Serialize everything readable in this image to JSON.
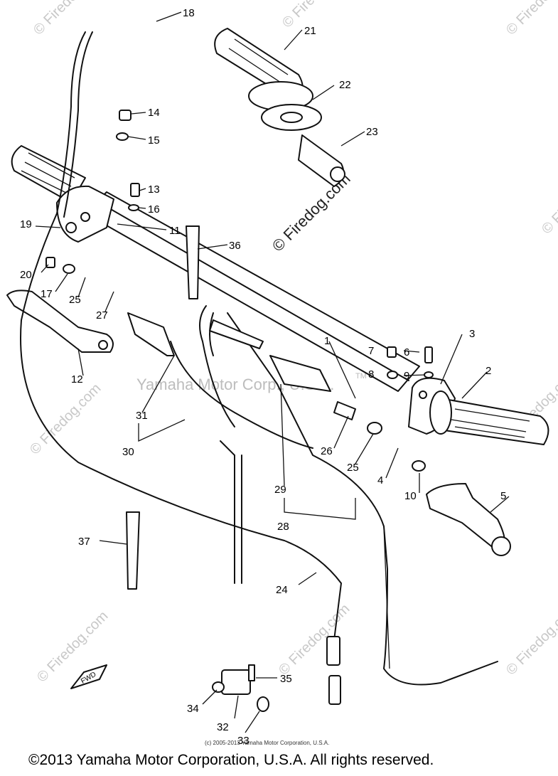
{
  "watermarks": {
    "site": "© Firedog.com",
    "center": "© Firedog.com",
    "maker": "Yamaha Motor Corp., U.S.A."
  },
  "fwd_label": "FWD",
  "trademark": "TM",
  "callouts": [
    {
      "id": "1",
      "text": "1"
    },
    {
      "id": "2",
      "text": "2"
    },
    {
      "id": "3",
      "text": "3"
    },
    {
      "id": "4",
      "text": "4"
    },
    {
      "id": "5",
      "text": "5"
    },
    {
      "id": "6",
      "text": "6"
    },
    {
      "id": "7",
      "text": "7"
    },
    {
      "id": "8",
      "text": "8"
    },
    {
      "id": "9",
      "text": "9"
    },
    {
      "id": "10",
      "text": "10"
    },
    {
      "id": "11",
      "text": "11"
    },
    {
      "id": "12",
      "text": "12"
    },
    {
      "id": "13",
      "text": "13"
    },
    {
      "id": "14",
      "text": "14"
    },
    {
      "id": "15",
      "text": "15"
    },
    {
      "id": "16",
      "text": "16"
    },
    {
      "id": "17",
      "text": "17"
    },
    {
      "id": "18",
      "text": "18"
    },
    {
      "id": "19",
      "text": "19"
    },
    {
      "id": "20",
      "text": "20"
    },
    {
      "id": "21",
      "text": "21"
    },
    {
      "id": "22",
      "text": "22"
    },
    {
      "id": "23",
      "text": "23"
    },
    {
      "id": "24",
      "text": "24"
    },
    {
      "id": "25a",
      "text": "25"
    },
    {
      "id": "25b",
      "text": "25"
    },
    {
      "id": "26",
      "text": "26"
    },
    {
      "id": "27",
      "text": "27"
    },
    {
      "id": "28",
      "text": "28"
    },
    {
      "id": "29",
      "text": "29"
    },
    {
      "id": "30",
      "text": "30"
    },
    {
      "id": "31",
      "text": "31"
    },
    {
      "id": "32",
      "text": "32"
    },
    {
      "id": "33",
      "text": "33"
    },
    {
      "id": "34",
      "text": "34"
    },
    {
      "id": "35",
      "text": "35"
    },
    {
      "id": "36",
      "text": "36"
    },
    {
      "id": "37",
      "text": "37"
    }
  ],
  "small_credit": "(c) 2005-2013 Yamaha Motor Corporation, U.S.A.",
  "copyright": "©2013 Yamaha Motor Corporation, U.S.A. All rights reserved."
}
